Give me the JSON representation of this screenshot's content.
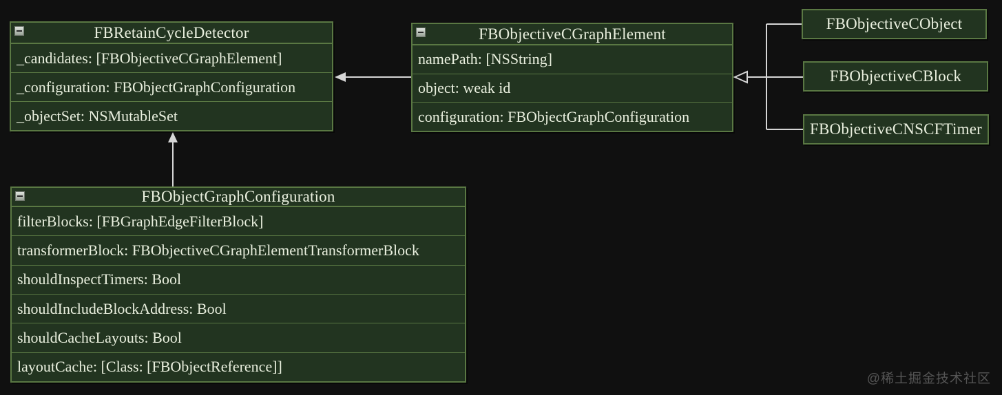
{
  "colors": {
    "page_background": "#101010",
    "box_background": "#223420",
    "box_border": "#5a7843",
    "box_text": "#e9efde",
    "connector_line": "#d6d6d6",
    "watermark_text": "#555555"
  },
  "watermark": "@稀土掘金技术社区",
  "icons": {
    "collapse": "minus-box"
  },
  "classes": [
    {
      "title": "FBRetainCycleDetector",
      "fields": [
        "_candidates: [FBObjectiveCGraphElement]",
        "_configuration: FBObjectGraphConfiguration",
        "_objectSet: NSMutableSet"
      ]
    },
    {
      "title": "FBObjectiveCGraphElement",
      "fields": [
        "namePath: [NSString]",
        "object: weak id",
        "configuration: FBObjectGraphConfiguration"
      ]
    },
    {
      "title": "FBObjectiveCObject",
      "fields": []
    },
    {
      "title": "FBObjectiveCBlock",
      "fields": []
    },
    {
      "title": "FBObjectiveCNSCFTimer",
      "fields": []
    },
    {
      "title": "FBObjectGraphConfiguration",
      "fields": [
        "filterBlocks: [FBGraphEdgeFilterBlock]",
        "transformerBlock: FBObjectiveCGraphElementTransformerBlock",
        "shouldInspectTimers: Bool",
        "shouldIncludeBlockAddress: Bool",
        "shouldCacheLayouts: Bool",
        "layoutCache: [Class: [FBObjectReference]]"
      ]
    }
  ],
  "relations": [
    {
      "from": "FBObjectiveCGraphElement",
      "to": "FBRetainCycleDetector",
      "type": "association-arrow"
    },
    {
      "from": "FBObjectiveCObject",
      "to": "FBObjectiveCGraphElement",
      "type": "inheritance"
    },
    {
      "from": "FBObjectiveCBlock",
      "to": "FBObjectiveCGraphElement",
      "type": "inheritance"
    },
    {
      "from": "FBObjectiveCNSCFTimer",
      "to": "FBObjectiveCGraphElement",
      "type": "inheritance"
    },
    {
      "from": "FBObjectGraphConfiguration",
      "to": "FBRetainCycleDetector",
      "type": "association-arrow"
    }
  ]
}
